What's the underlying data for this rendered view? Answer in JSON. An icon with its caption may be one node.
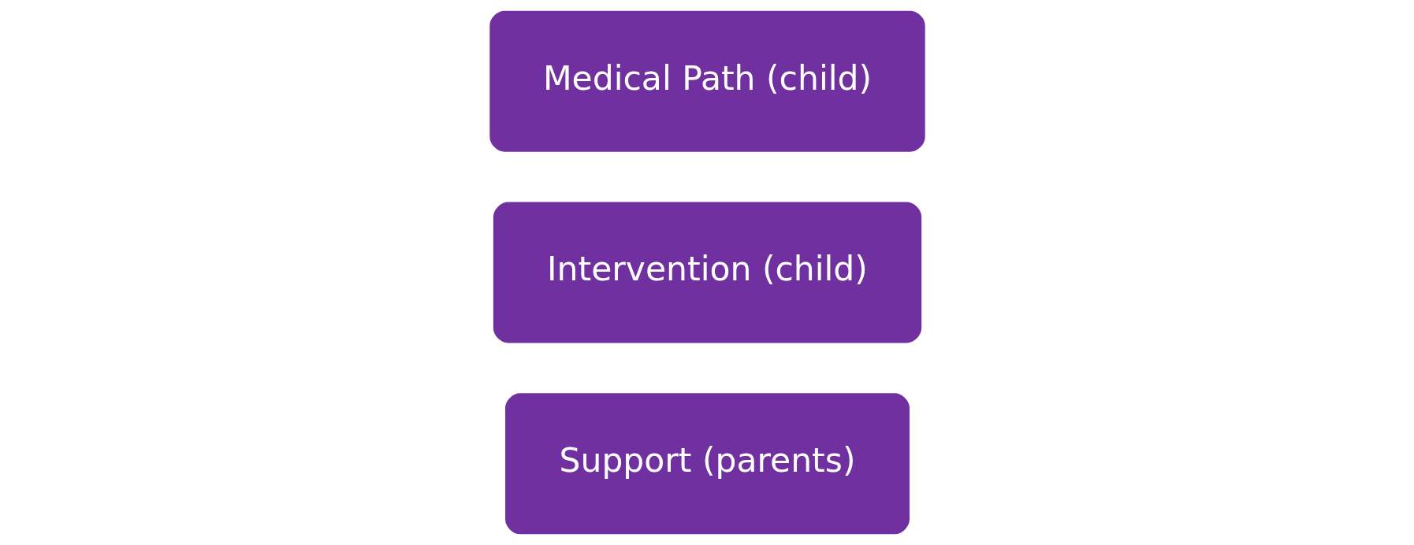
{
  "diagram": {
    "nodes": [
      {
        "text": [
          "Medical Path (child)"
        ]
      },
      {
        "text": [
          "Intervention (child)"
        ]
      },
      {
        "text": [
          "Support (parents)"
        ]
      }
    ]
  }
}
